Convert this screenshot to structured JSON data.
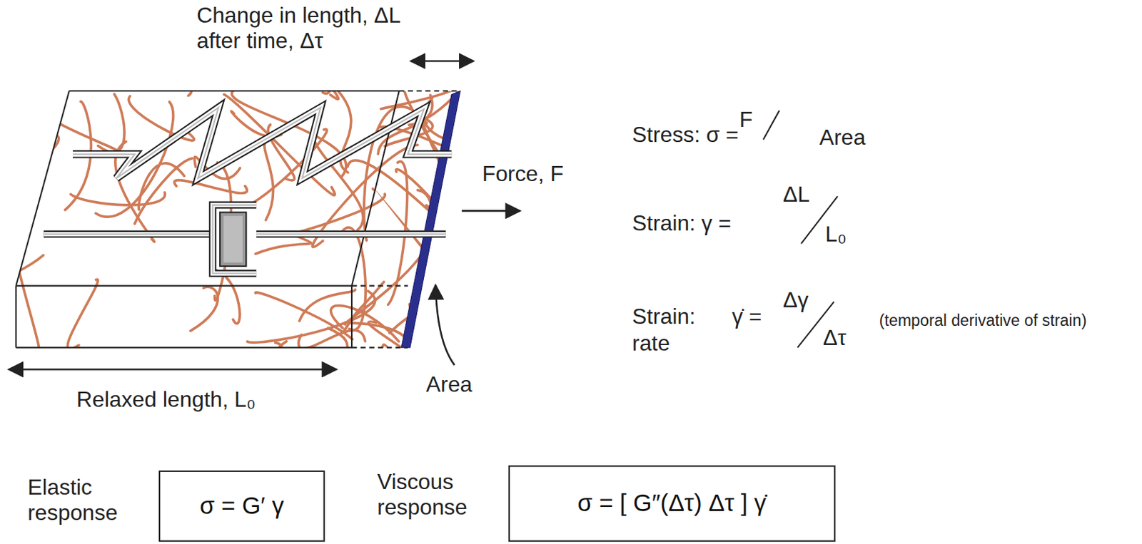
{
  "diagram": {
    "nodes": [
      {
        "text": [
          "Elastic response",
          "σ = G′ γ"
        ]
      },
      {
        "text": [
          "Viscous response",
          "σ = [ G″(Δτ) Δτ ] γ̇"
        ]
      }
    ],
    "labels": [
      "Change in length, ΔL after time, Δτ",
      "Force, F",
      "Area",
      "Relaxed length, L₀",
      "Stress: σ =",
      "F",
      "Area",
      "Strain: γ =",
      "ΔL",
      "L₀",
      "Strain:",
      "γ̇ =",
      "rate",
      "Δγ",
      "Δτ",
      "(temporal derivative of strain)"
    ]
  }
}
